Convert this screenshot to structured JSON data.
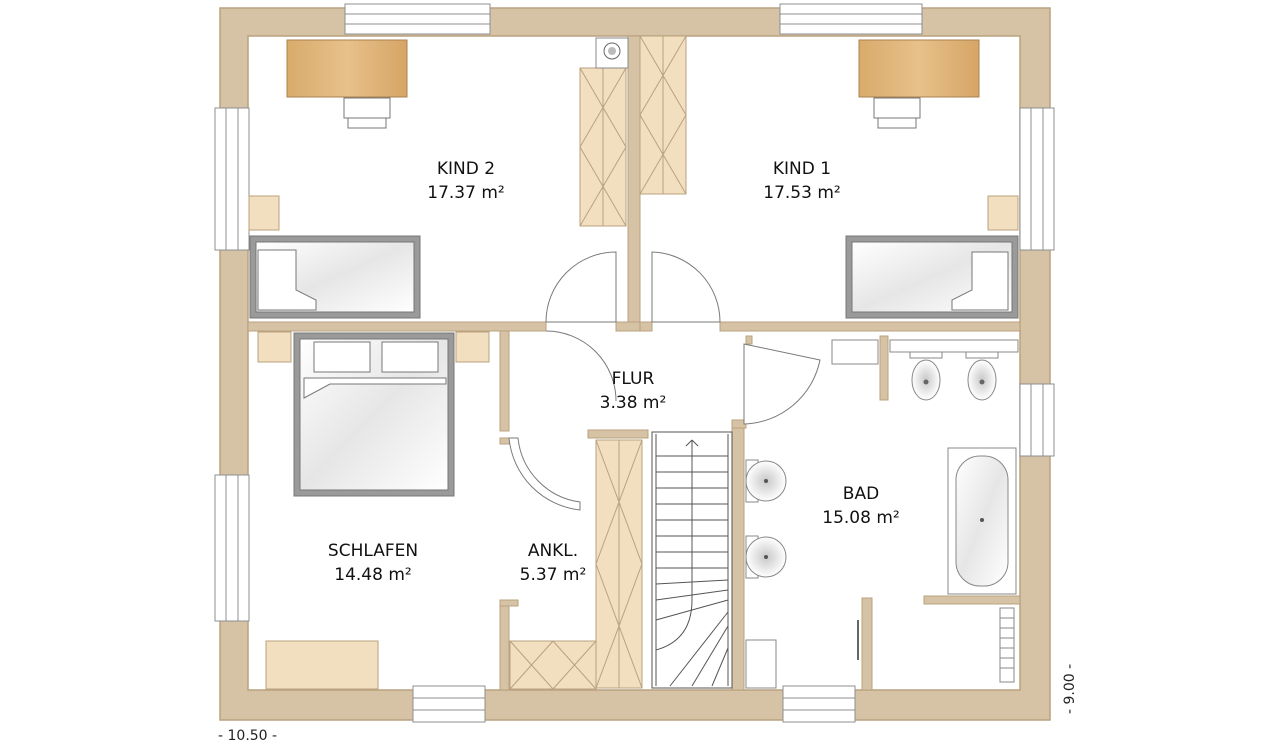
{
  "rooms": {
    "kind2": {
      "name": "KIND 2",
      "area": "17.37 m²"
    },
    "kind1": {
      "name": "KIND 1",
      "area": "17.53 m²"
    },
    "flur": {
      "name": "FLUR",
      "area": "3.38 m²"
    },
    "schlafen": {
      "name": "SCHLAFEN",
      "area": "14.48 m²"
    },
    "ankl": {
      "name": "ANKL.",
      "area": "5.37 m²"
    },
    "bad": {
      "name": "BAD",
      "area": "15.08 m²"
    }
  },
  "dimensions": {
    "width": "- 10.50 -",
    "depth": "- 9.00 -"
  },
  "colors": {
    "wall": "#d6c2a4",
    "wall_edge": "#b9a27f",
    "wood": "#deb887",
    "light_wood": "#f2dfbf",
    "fixture_gray": "#9a9a9a"
  }
}
